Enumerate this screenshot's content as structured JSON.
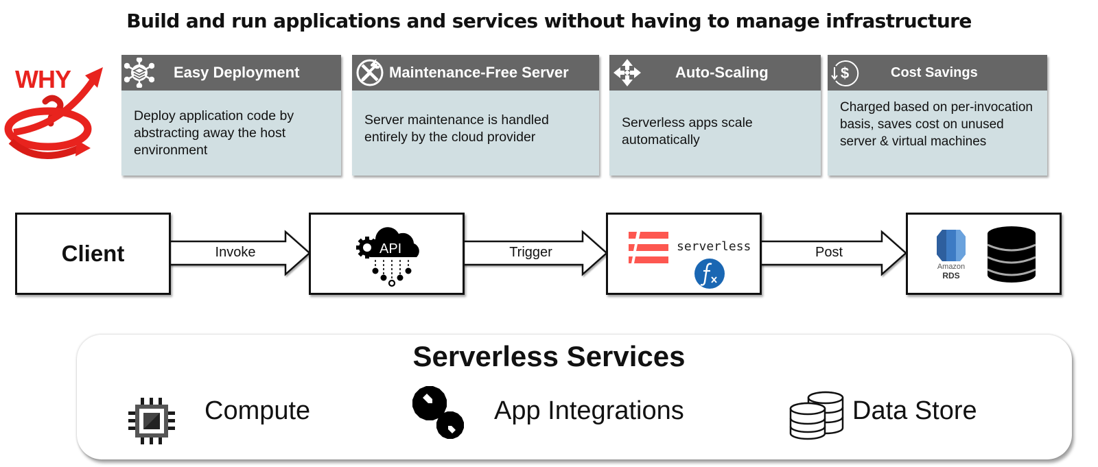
{
  "header": {
    "title": "Build and run applications and services without having to manage infrastructure"
  },
  "why_badge": {
    "text": "WHY",
    "icon": "why-question-arrows-icon",
    "color": "#e8231e"
  },
  "benefits": [
    {
      "title": "Easy Deployment",
      "icon": "deployment-layers-icon",
      "description": "Deploy application code by abstracting away the host environment"
    },
    {
      "title": "Maintenance-Free Server",
      "icon": "no-maintenance-wrench-icon",
      "description": "Server maintenance is handled entirely by the cloud provider"
    },
    {
      "title": "Auto-Scaling",
      "icon": "auto-scale-arrows-icon",
      "description": "Serverless apps scale automatically"
    },
    {
      "title": "Cost Savings",
      "icon": "cost-savings-dollar-icon",
      "description": "Charged based on per-invocation basis, saves cost on unused server & virtual machines"
    }
  ],
  "colors": {
    "card_header": "#666666",
    "card_body": "#d1dfe2",
    "serverless_red": "#fd5750",
    "fx_blue": "#1a67b3",
    "rds_blue": "#3d7bc4"
  },
  "flow": {
    "nodes": [
      {
        "id": "client",
        "label": "Client"
      },
      {
        "id": "api",
        "icon": "api-cloud-icon",
        "icon_text": "API"
      },
      {
        "id": "serverless",
        "icon": "serverless-framework-logo",
        "logo_text": "serverless",
        "sub_icon": "function-fx-icon"
      },
      {
        "id": "database",
        "icon_rds": "amazon-rds-icon",
        "rds_line1": "Amazon",
        "rds_line2": "RDS",
        "icon_db": "database-icon"
      }
    ],
    "arrows": [
      {
        "label": "Invoke"
      },
      {
        "label": "Trigger"
      },
      {
        "label": "Post"
      }
    ]
  },
  "services": {
    "title": "Serverless Services",
    "items": [
      {
        "label": "Compute",
        "icon": "cpu-chip-icon"
      },
      {
        "label": "App Integrations",
        "icon": "gears-integration-icon"
      },
      {
        "label": "Data Store",
        "icon": "data-store-icon"
      }
    ]
  }
}
